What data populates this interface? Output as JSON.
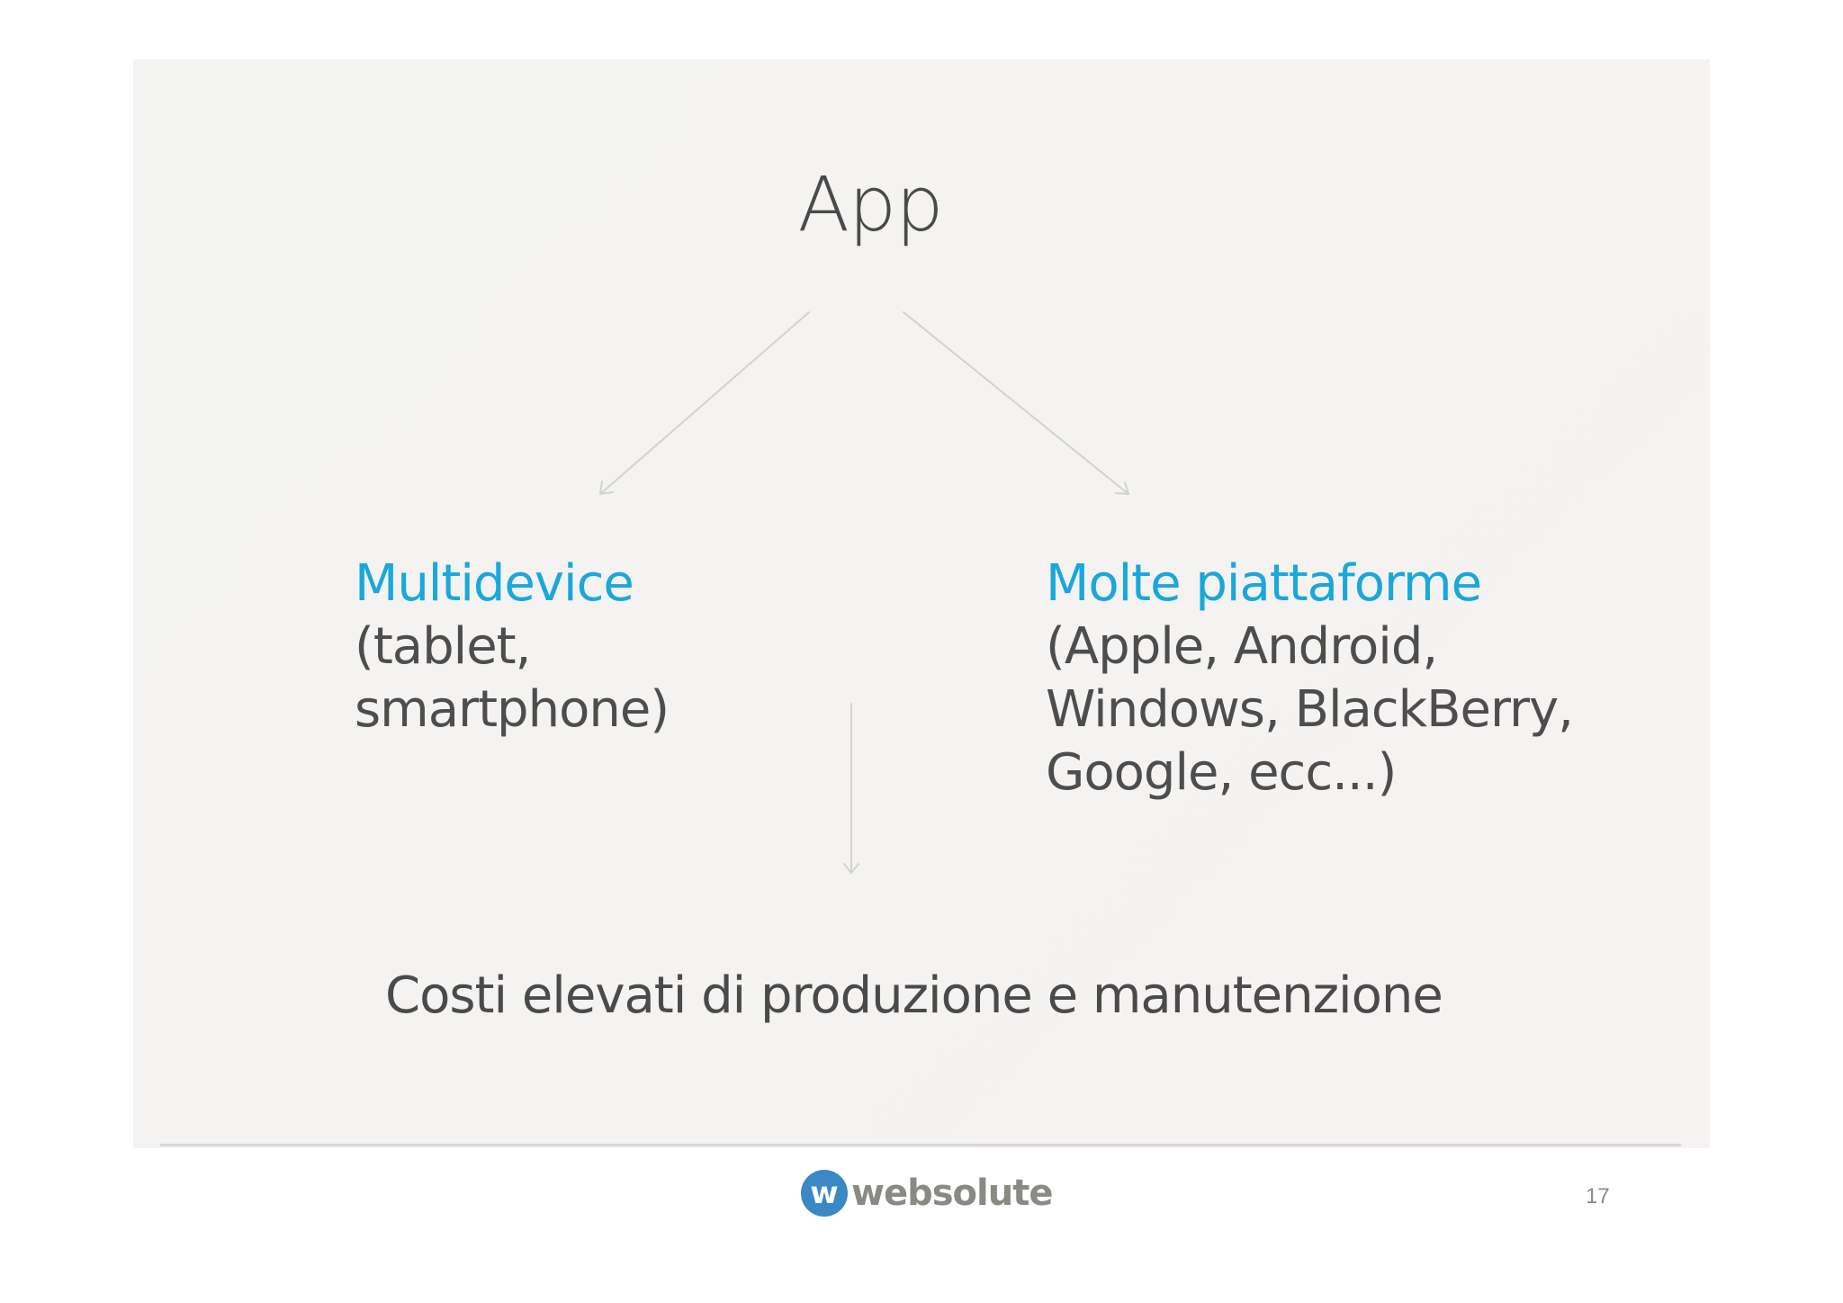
{
  "slide": {
    "title": "App",
    "left_column": {
      "heading": "Multidevice",
      "lines": [
        "(tablet,",
        "smartphone)"
      ]
    },
    "right_column": {
      "heading": "Molte piattaforme",
      "lines": [
        "(Apple, Android,",
        "Windows, BlackBerry,",
        "Google, ecc...)"
      ]
    },
    "conclusion": "Costi elevati di produzione e manutenzione"
  },
  "footer": {
    "logo_mark": "w",
    "logo_text": "websolute",
    "page_number": "17"
  },
  "colors": {
    "accent": "#1aa7dc",
    "text": "#4a4a4a",
    "logo_blue": "#3a88c4",
    "logo_gray": "#8a8a85"
  }
}
